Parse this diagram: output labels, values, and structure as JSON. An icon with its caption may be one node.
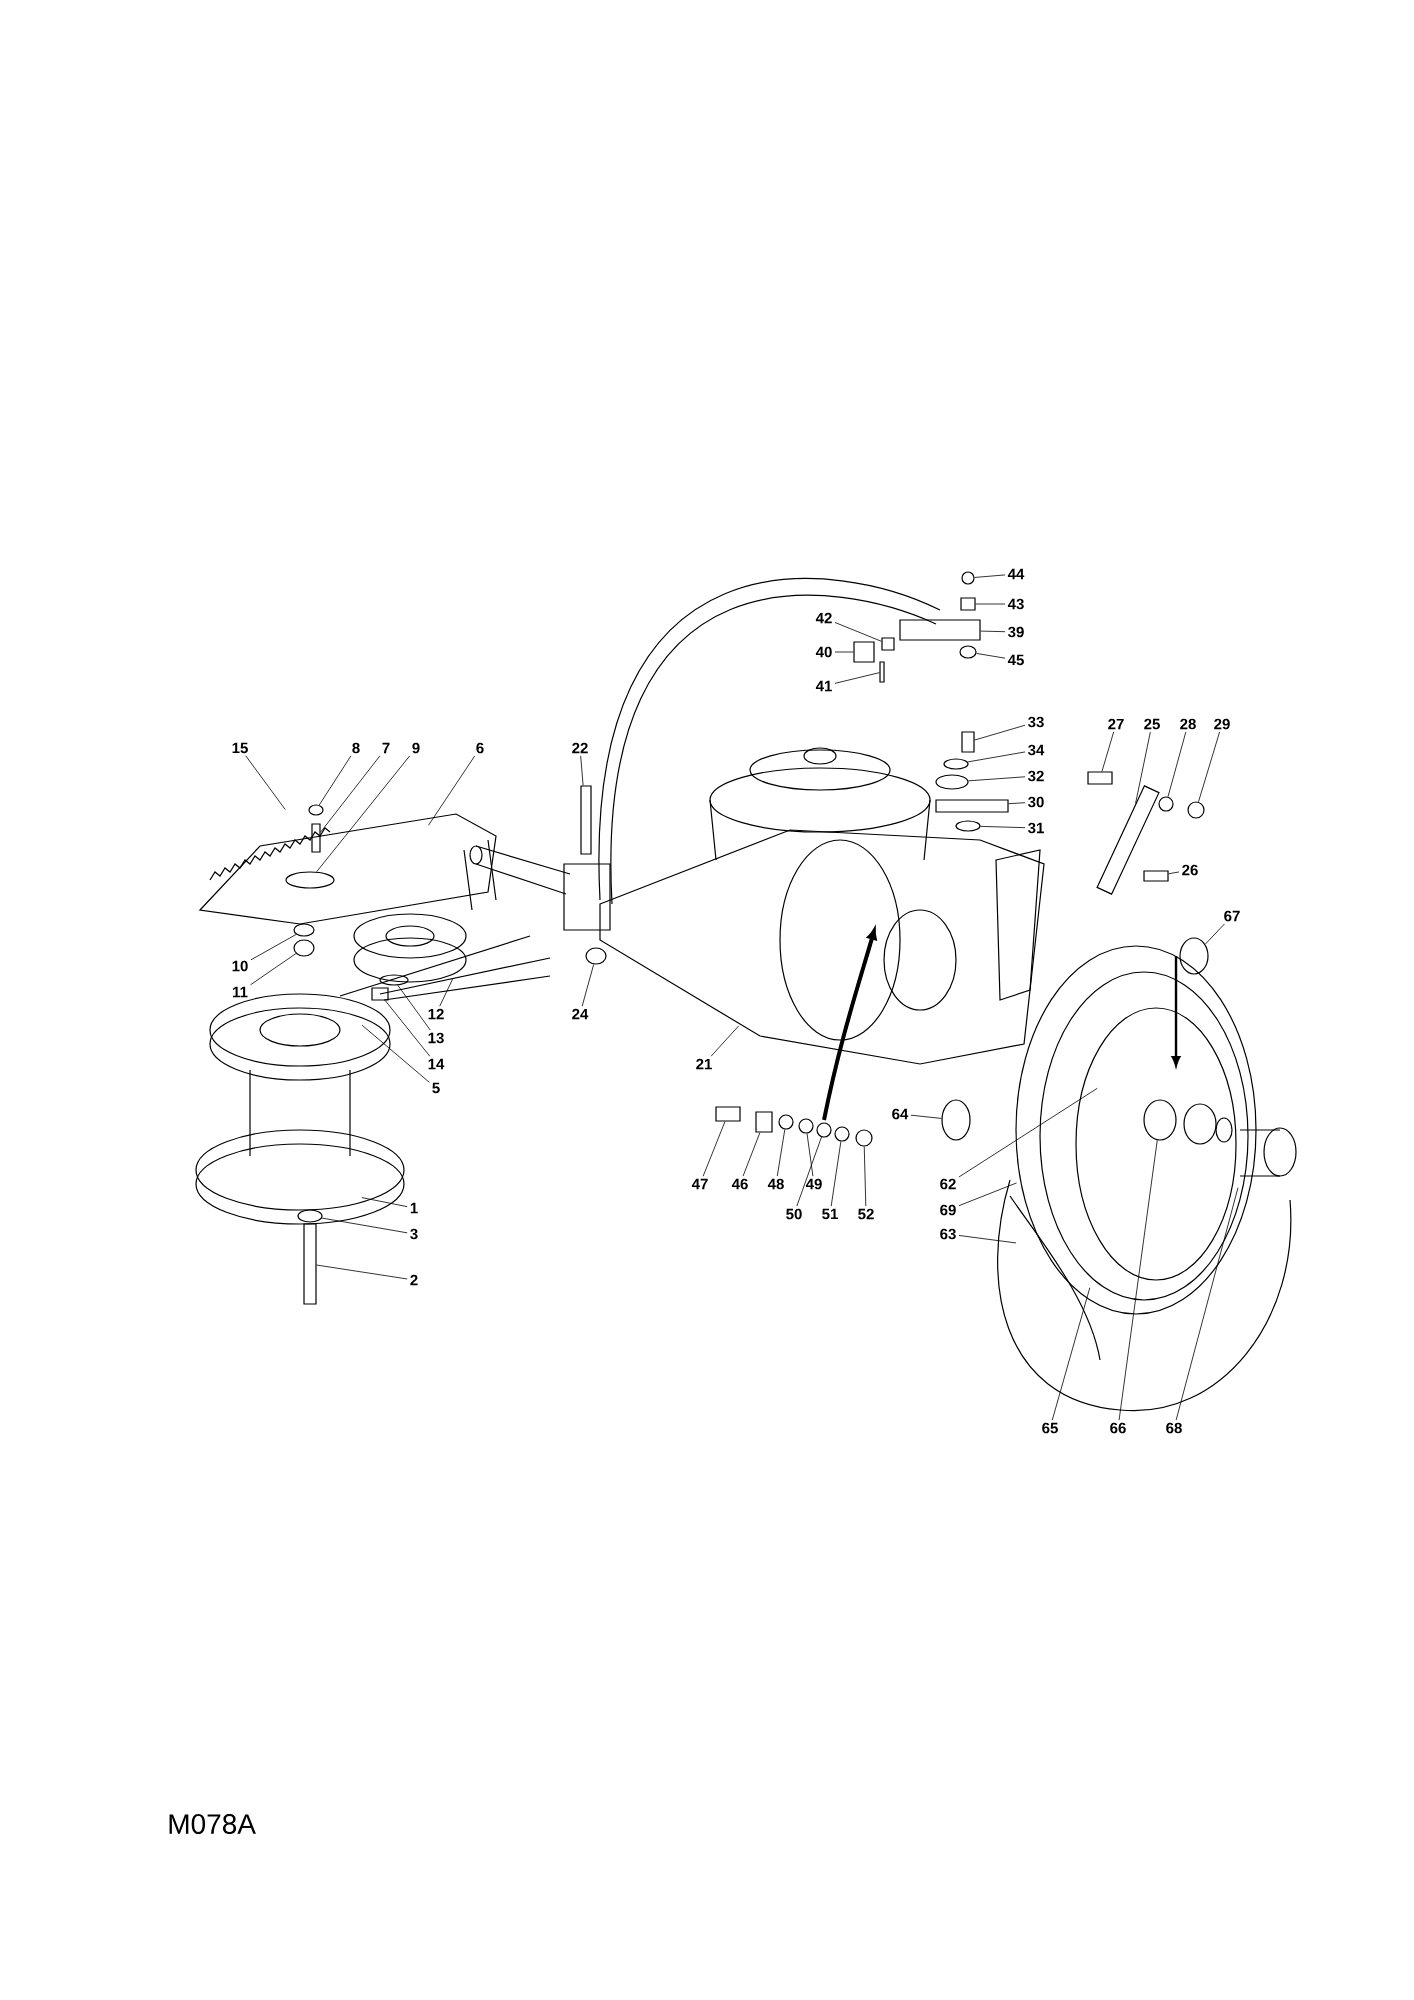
{
  "diagram": {
    "nodes": [
      {
        "text": [
          "15"
        ]
      },
      {
        "text": [
          "8"
        ]
      },
      {
        "text": [
          "7"
        ]
      },
      {
        "text": [
          "9"
        ]
      },
      {
        "text": [
          "6"
        ]
      },
      {
        "text": [
          "22"
        ]
      },
      {
        "text": [
          "44"
        ]
      },
      {
        "text": [
          "43"
        ]
      },
      {
        "text": [
          "42"
        ]
      },
      {
        "text": [
          "39"
        ]
      },
      {
        "text": [
          "40"
        ]
      },
      {
        "text": [
          "45"
        ]
      },
      {
        "text": [
          "41"
        ]
      },
      {
        "text": [
          "33"
        ]
      },
      {
        "text": [
          "27"
        ]
      },
      {
        "text": [
          "25"
        ]
      },
      {
        "text": [
          "28"
        ]
      },
      {
        "text": [
          "29"
        ]
      },
      {
        "text": [
          "34"
        ]
      },
      {
        "text": [
          "32"
        ]
      },
      {
        "text": [
          "30"
        ]
      },
      {
        "text": [
          "31"
        ]
      },
      {
        "text": [
          "26"
        ]
      },
      {
        "text": [
          "67"
        ]
      },
      {
        "text": [
          "10"
        ]
      },
      {
        "text": [
          "11"
        ]
      },
      {
        "text": [
          "12"
        ]
      },
      {
        "text": [
          "24"
        ]
      },
      {
        "text": [
          "13"
        ]
      },
      {
        "text": [
          "14"
        ]
      },
      {
        "text": [
          "5"
        ]
      },
      {
        "text": [
          "21"
        ]
      },
      {
        "text": [
          "64"
        ]
      },
      {
        "text": [
          "47"
        ]
      },
      {
        "text": [
          "46"
        ]
      },
      {
        "text": [
          "48"
        ]
      },
      {
        "text": [
          "49"
        ]
      },
      {
        "text": [
          "62"
        ]
      },
      {
        "text": [
          "50"
        ]
      },
      {
        "text": [
          "51"
        ]
      },
      {
        "text": [
          "52"
        ]
      },
      {
        "text": [
          "1"
        ]
      },
      {
        "text": [
          "69"
        ]
      },
      {
        "text": [
          "3"
        ]
      },
      {
        "text": [
          "63"
        ]
      },
      {
        "text": [
          "2"
        ]
      },
      {
        "text": [
          "65"
        ]
      },
      {
        "text": [
          "66"
        ]
      },
      {
        "text": [
          "68"
        ]
      },
      {
        "text": [],
        "shape": "circle"
      },
      {
        "text": [],
        "shape": "box"
      },
      {
        "text": [],
        "shape": "circle"
      },
      {
        "text": [],
        "shape": "box"
      },
      {
        "text": [],
        "shape": "circle"
      },
      {
        "text": [],
        "shape": "box"
      },
      {
        "text": [],
        "shape": "box"
      },
      {
        "text": [],
        "shape": "box"
      },
      {
        "text": [],
        "shape": "circle"
      },
      {
        "text": [],
        "shape": "box"
      },
      {
        "text": [],
        "shape": "box"
      },
      {
        "text": [],
        "shape": "box"
      },
      {
        "text": [],
        "shape": "circle"
      },
      {
        "text": [],
        "shape": "circle"
      },
      {
        "text": [],
        "shape": "circle"
      },
      {
        "text": [],
        "shape": "circle"
      },
      {
        "text": [],
        "shape": "box"
      },
      {
        "text": [],
        "shape": "circle"
      },
      {
        "text": [],
        "shape": "box"
      },
      {
        "text": [],
        "shape": "circle"
      },
      {
        "text": [],
        "shape": "circle"
      },
      {
        "text": [],
        "shape": "circle"
      },
      {
        "text": [],
        "shape": "circle"
      },
      {
        "text": [],
        "shape": "circle"
      },
      {
        "text": [],
        "shape": "box"
      },
      {
        "text": [],
        "shape": "circle"
      },
      {
        "text": [],
        "shape": "box"
      },
      {
        "text": [],
        "shape": "box"
      },
      {
        "text": [],
        "shape": "circle"
      },
      {
        "text": [],
        "shape": "circle"
      },
      {
        "text": [],
        "shape": "circle"
      },
      {
        "text": [],
        "shape": "circle"
      },
      {
        "text": [],
        "shape": "circle"
      },
      {
        "text": [],
        "shape": "circle"
      },
      {
        "text": [],
        "shape": "box"
      },
      {
        "text": [],
        "shape": "box"
      },
      {
        "text": [],
        "shape": "circle"
      },
      {
        "text": [],
        "shape": "box"
      }
    ],
    "edges": [
      {
        "from": 0,
        "to": null,
        "arrow": "none"
      },
      {
        "from": 1,
        "to": 49,
        "arrow": "none"
      },
      {
        "from": 2,
        "to": 50,
        "arrow": "none"
      },
      {
        "from": 3,
        "to": 51,
        "arrow": "none"
      },
      {
        "from": 4,
        "to": null,
        "arrow": "none"
      },
      {
        "from": 5,
        "to": 52,
        "arrow": "none"
      },
      {
        "from": 6,
        "to": 53,
        "arrow": "none"
      },
      {
        "from": 7,
        "to": 54,
        "arrow": "none"
      },
      {
        "from": 8,
        "to": 55,
        "arrow": "none"
      },
      {
        "from": 9,
        "to": 84,
        "arrow": "none"
      },
      {
        "from": 10,
        "to": 56,
        "arrow": "none"
      },
      {
        "from": 11,
        "to": 57,
        "arrow": "none"
      },
      {
        "from": 12,
        "to": 58,
        "arrow": "none"
      },
      {
        "from": 13,
        "to": 59,
        "arrow": "none"
      },
      {
        "from": 14,
        "to": 60,
        "arrow": "none"
      },
      {
        "from": 15,
        "to": 86,
        "arrow": "none"
      },
      {
        "from": 16,
        "to": 61,
        "arrow": "none"
      },
      {
        "from": 17,
        "to": 62,
        "arrow": "none"
      },
      {
        "from": 18,
        "to": 63,
        "arrow": "none"
      },
      {
        "from": 19,
        "to": 64,
        "arrow": "none"
      },
      {
        "from": 20,
        "to": 65,
        "arrow": "none"
      },
      {
        "from": 21,
        "to": 66,
        "arrow": "none"
      },
      {
        "from": 22,
        "to": 67,
        "arrow": "none"
      },
      {
        "from": 23,
        "to": 68,
        "arrow": "none"
      },
      {
        "from": 24,
        "to": 69,
        "arrow": "none"
      },
      {
        "from": 25,
        "to": 70,
        "arrow": "none"
      },
      {
        "from": 26,
        "to": null,
        "arrow": "none"
      },
      {
        "from": 27,
        "to": 71,
        "arrow": "none"
      },
      {
        "from": 28,
        "to": 72,
        "arrow": "none"
      },
      {
        "from": 29,
        "to": 73,
        "arrow": "none"
      },
      {
        "from": 30,
        "to": null,
        "arrow": "none"
      },
      {
        "from": 31,
        "to": null,
        "arrow": "none"
      },
      {
        "from": 32,
        "to": 74,
        "arrow": "none"
      },
      {
        "from": 33,
        "to": 75,
        "arrow": "none"
      },
      {
        "from": 34,
        "to": 76,
        "arrow": "none"
      },
      {
        "from": 35,
        "to": 77,
        "arrow": "none"
      },
      {
        "from": 36,
        "to": 78,
        "arrow": "none"
      },
      {
        "from": 37,
        "to": null,
        "arrow": "none"
      },
      {
        "from": 38,
        "to": 79,
        "arrow": "none"
      },
      {
        "from": 39,
        "to": 80,
        "arrow": "none"
      },
      {
        "from": 40,
        "to": 81,
        "arrow": "none"
      },
      {
        "from": 41,
        "to": null,
        "arrow": "none"
      },
      {
        "from": 42,
        "to": null,
        "arrow": "none"
      },
      {
        "from": 43,
        "to": 82,
        "arrow": "none"
      },
      {
        "from": 44,
        "to": null,
        "arrow": "none"
      },
      {
        "from": 45,
        "to": 83,
        "arrow": "none"
      },
      {
        "from": 46,
        "to": null,
        "arrow": "none"
      },
      {
        "from": 47,
        "to": 85,
        "arrow": "none"
      },
      {
        "from": 48,
        "to": null,
        "arrow": "none"
      }
    ],
    "labels": [
      "M078A"
    ]
  }
}
